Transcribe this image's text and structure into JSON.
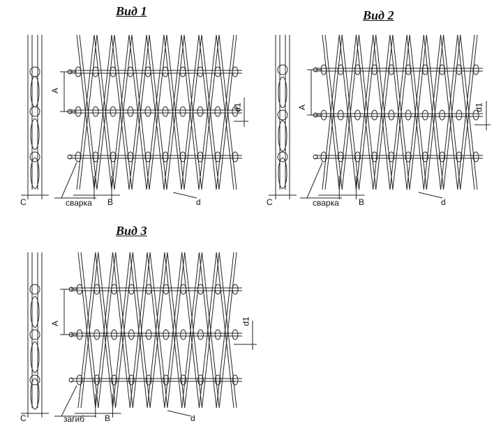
{
  "views": [
    {
      "title": "Вид 1",
      "weld_label": "сварка",
      "a_label": "A",
      "d1_label": "d1",
      "c_label": "C",
      "b_label": "B",
      "d_label": "d"
    },
    {
      "title": "Вид 2",
      "weld_label": "сварка",
      "a_label": "A",
      "d1_label": "d1",
      "c_label": "C",
      "b_label": "B",
      "d_label": "d"
    },
    {
      "title": "Вид 3",
      "weld_label": "загиб",
      "a_label": "A",
      "d1_label": "d1",
      "c_label": "C",
      "b_label": "B",
      "d_label": "d"
    }
  ]
}
